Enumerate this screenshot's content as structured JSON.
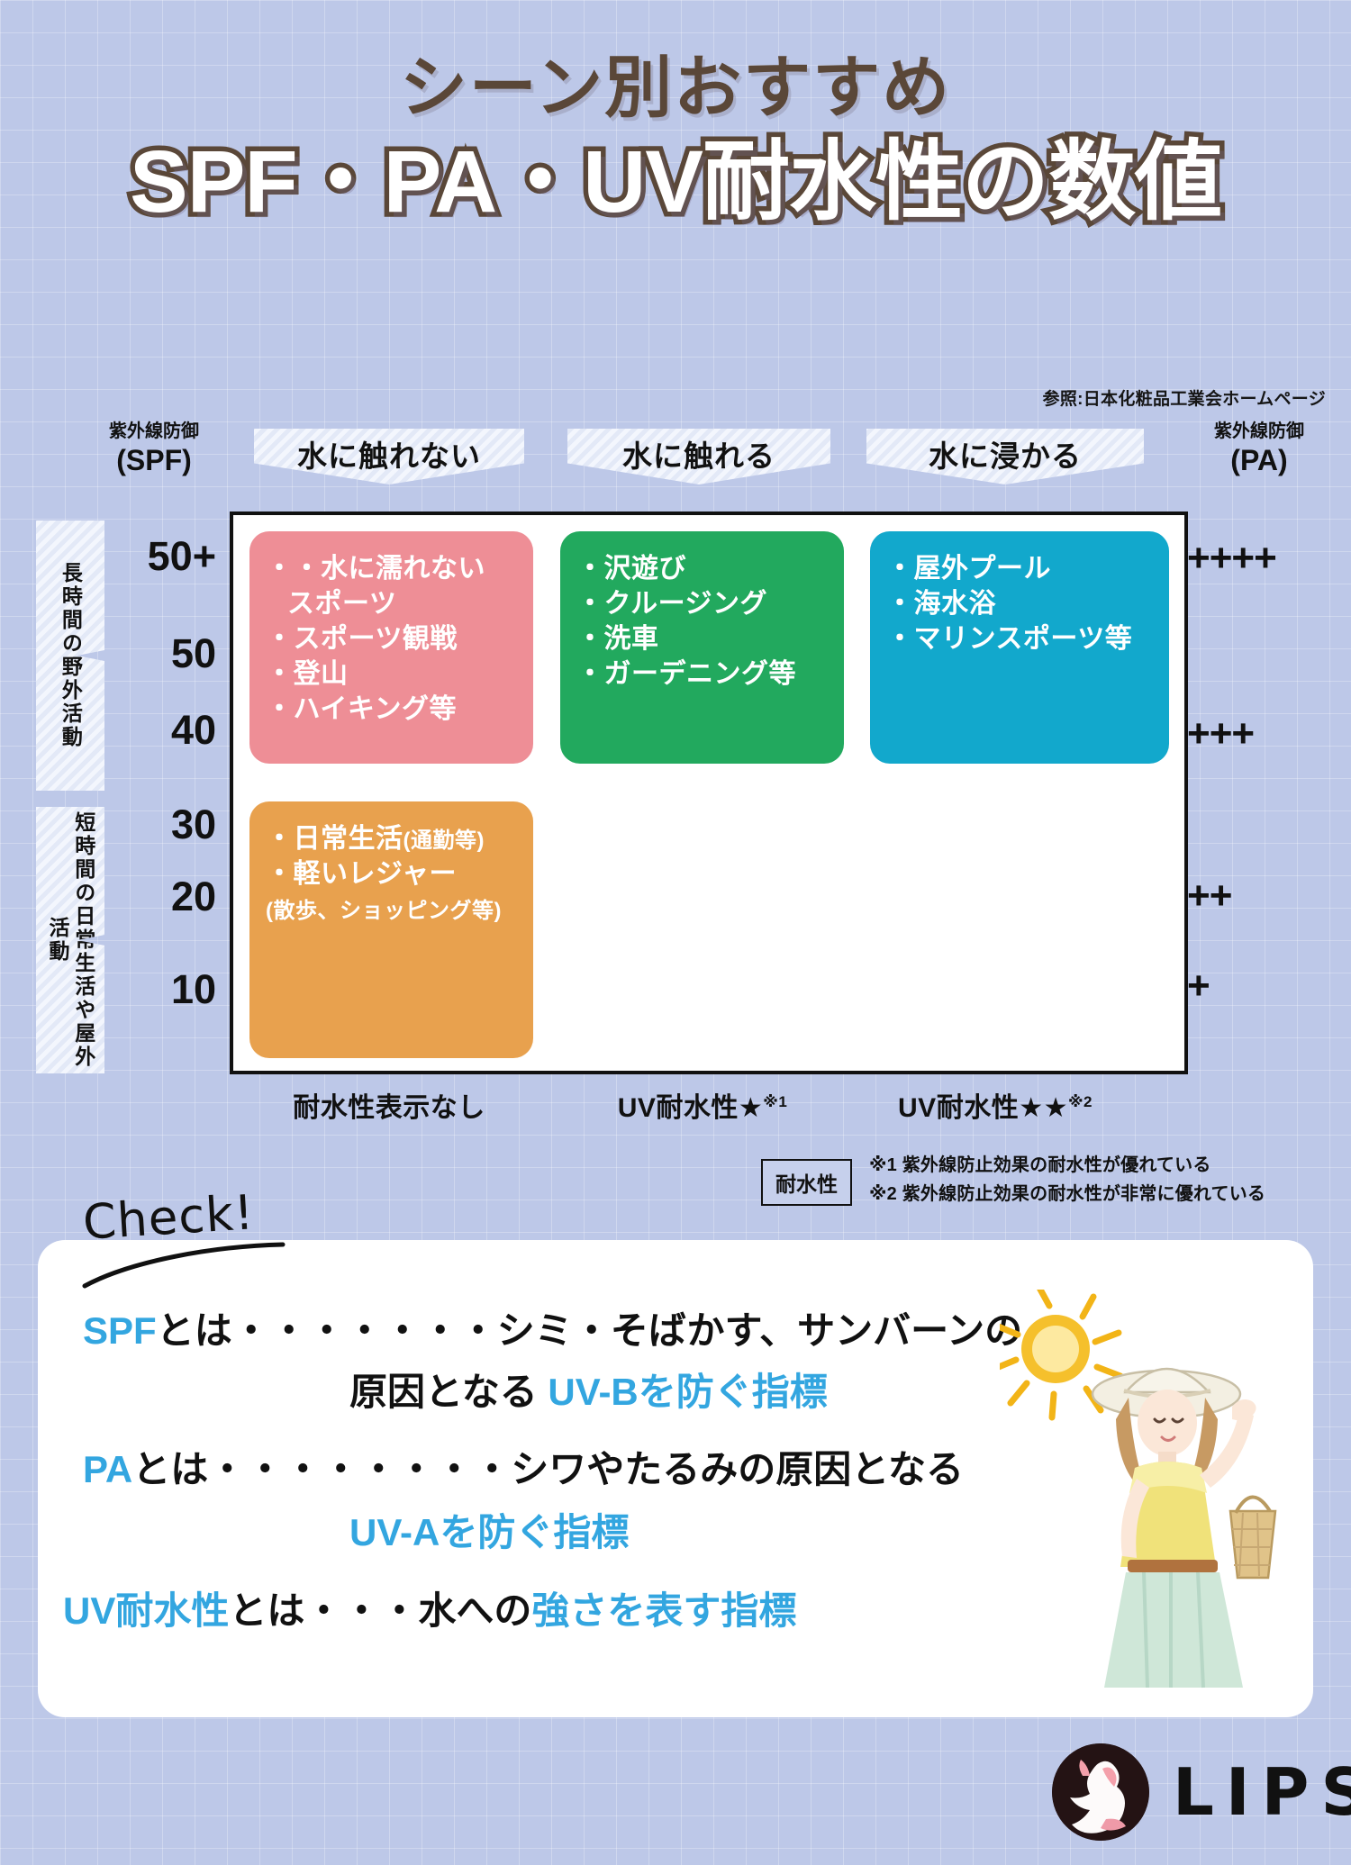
{
  "title": {
    "line1": "シーン別おすすめ",
    "line2": "SPF・PA・UV耐水性の数値"
  },
  "source": "参照:日本化粧品工業会ホームページ",
  "axes": {
    "left_axis_small": "紫外線防御",
    "left_axis_big": "(SPF)",
    "right_axis_small": "紫外線防御",
    "right_axis_big": "(PA)",
    "spf_values": [
      "50+",
      "50",
      "40",
      "30",
      "20",
      "10"
    ],
    "pa_values": [
      "++++",
      "+++",
      "++",
      "+"
    ],
    "side_captions": [
      "長時間の野外活動",
      "短時間の日常生活や屋外活動"
    ]
  },
  "columns": [
    {
      "header": "水に触れない",
      "footer": "耐水性表示なし",
      "footer_note": ""
    },
    {
      "header": "水に触れる",
      "footer": "UV耐水性★",
      "footer_note": "※1"
    },
    {
      "header": "水に浸かる",
      "footer": "UV耐水性★★",
      "footer_note": "※2"
    }
  ],
  "boxes": [
    {
      "id": "pink-box",
      "color": "#ee8e96",
      "items": [
        {
          "text": "水に濡れない",
          "bullet": true
        },
        {
          "text": "スポーツ",
          "bullet": false,
          "continuation": true
        },
        {
          "text": "スポーツ観戦",
          "bullet": true
        },
        {
          "text": "登山",
          "bullet": true
        },
        {
          "text": "ハイキング等",
          "bullet": true
        }
      ]
    },
    {
      "id": "green-box",
      "color": "#22a95e",
      "items": [
        {
          "text": "沢遊び",
          "bullet": true
        },
        {
          "text": "クルージング",
          "bullet": true
        },
        {
          "text": "洗車",
          "bullet": true
        },
        {
          "text": "ガーデニング等",
          "bullet": true
        }
      ]
    },
    {
      "id": "blue-box",
      "color": "#12a8cc",
      "items": [
        {
          "text": "屋外プール",
          "bullet": true
        },
        {
          "text": "海水浴",
          "bullet": true
        },
        {
          "text": "マリンスポーツ等",
          "bullet": true
        }
      ]
    },
    {
      "id": "orange-box",
      "color": "#e9a košek"
    }
  ],
  "pink_box": {
    "color": "#ee8e96",
    "line1": "・水に濡れない",
    "line2": "スポーツ",
    "line3": "・スポーツ観戦",
    "line4": "・登山",
    "line5": "・ハイキング等"
  },
  "green_box": {
    "color": "#22a95e",
    "line1": "・沢遊び",
    "line2": "・クルージング",
    "line3": "・洗車",
    "line4": "・ガーデニング等"
  },
  "blue_box": {
    "color": "#12a8cc",
    "line1": "・屋外プール",
    "line2": "・海水浴",
    "line3": "・マリンスポーツ等"
  },
  "orange_box": {
    "color": "#e9a košek2",
    "line1_main": "・日常生活",
    "line1_sub": "(通勤等)",
    "line2": "・軽いレジャー",
    "line3": "(散歩、ショッピング等)"
  },
  "footnote": {
    "badge": "耐水性",
    "note1": "※1 紫外線防止効果の耐水性が優れている",
    "note2": "※2 紫外線防止効果の耐水性が非常に優れている"
  },
  "check": {
    "word": "Check!",
    "rows": [
      {
        "label": "SPF",
        "dots": "とは・・・・・・・",
        "line1_black": "シミ・そばかす、サンバーンの",
        "line2_black": "原因となる ",
        "line2_blue": "UV-Bを防ぐ指標"
      },
      {
        "label": "PA",
        "dots": "とは・・・・・・・・",
        "line1_black": "シワやたるみの原因となる",
        "line2_black": "",
        "line2_blue": "UV-Aを防ぐ指標"
      },
      {
        "label": "UV耐水性",
        "dots": "とは・・・",
        "line1_black": "水への",
        "line1_blue": "強さを表す指標"
      }
    ]
  },
  "logo": {
    "word": "LIPS"
  },
  "colors": {
    "background": "#bdc8e8",
    "title_dark": "#5a4738",
    "accent_blue": "#33a6e0",
    "pink": "#ee8e96",
    "green": "#22a95e",
    "cyan": "#12a8cc",
    "orange": "#e9a košek"
  }
}
